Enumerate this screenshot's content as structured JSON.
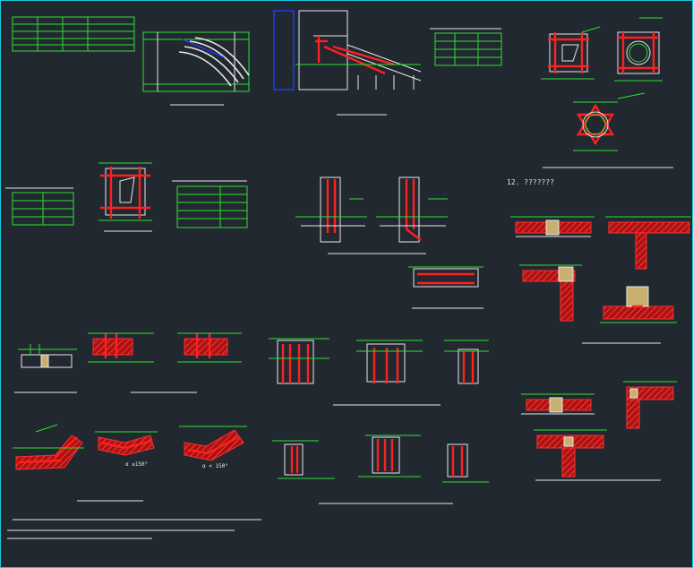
{
  "section_label": "12. ???????",
  "angle_labels": {
    "left": "α ≥150°",
    "right": "α < 150°"
  },
  "colors": {
    "background": "#212830",
    "frame": "#18c8d8",
    "dimension": "#2fe02f",
    "outline": "#e8e8e8",
    "rebar": "#ff2020",
    "section_mark": "#2040ff"
  }
}
